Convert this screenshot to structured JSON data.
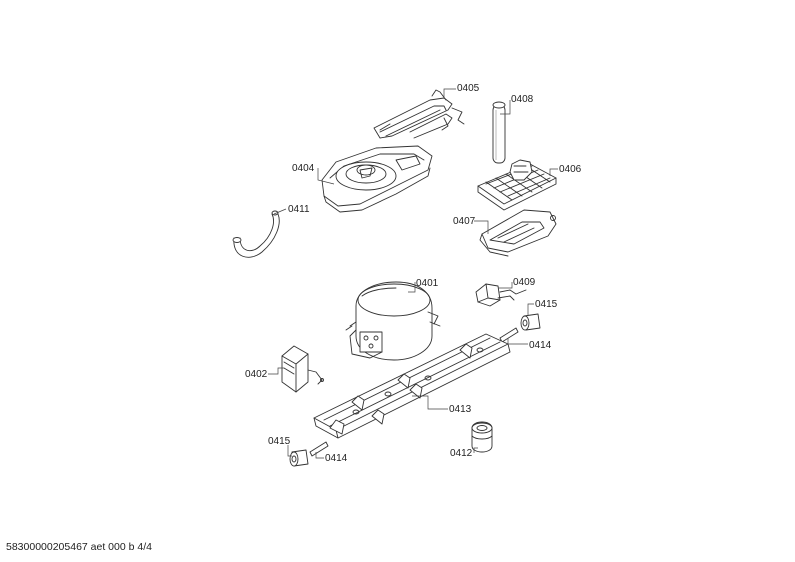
{
  "diagram": {
    "labels": [
      {
        "id": "p0405",
        "text": "0405"
      },
      {
        "id": "p0408",
        "text": "0408"
      },
      {
        "id": "p0404",
        "text": "0404"
      },
      {
        "id": "p0406",
        "text": "0406"
      },
      {
        "id": "p0411",
        "text": "0411"
      },
      {
        "id": "p0407",
        "text": "0407"
      },
      {
        "id": "p0401",
        "text": "0401"
      },
      {
        "id": "p0409",
        "text": "0409"
      },
      {
        "id": "p0415a",
        "text": "0415"
      },
      {
        "id": "p0414a",
        "text": "0414"
      },
      {
        "id": "p0402",
        "text": "0402"
      },
      {
        "id": "p0413",
        "text": "0413"
      },
      {
        "id": "p0415b",
        "text": "0415"
      },
      {
        "id": "p0414b",
        "text": "0414"
      },
      {
        "id": "p0412",
        "text": "0412"
      }
    ]
  },
  "footer": {
    "text": "58300000205467 aet 000 b 4/4"
  }
}
